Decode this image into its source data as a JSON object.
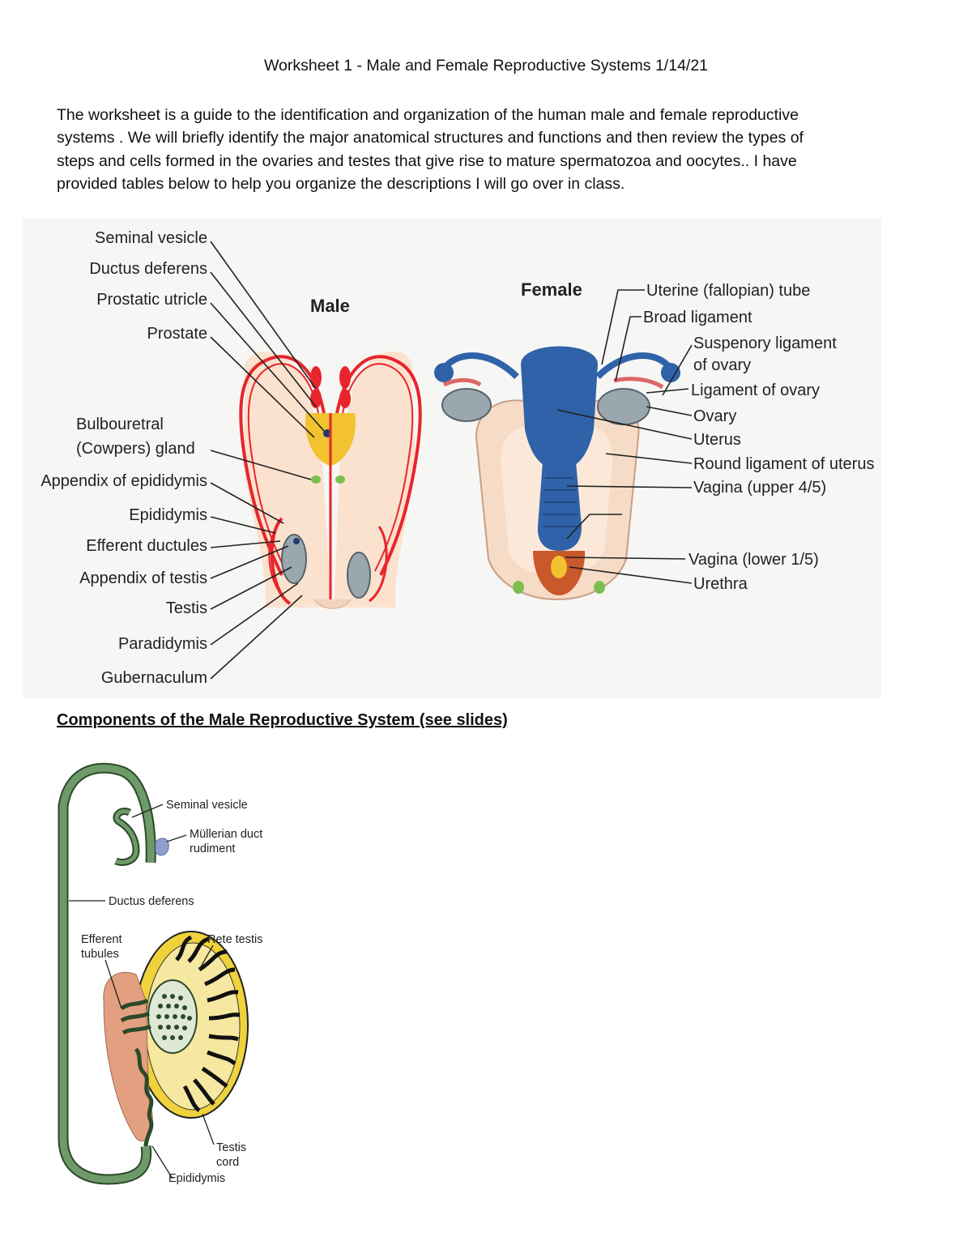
{
  "title": "Worksheet 1 - Male and Female Reproductive Systems 1/14/21",
  "intro_lines": [
    "The worksheet is a guide to the identification and organization of the human  male and female reproductive",
    "systems .  We will briefly identify the major anatomical structures and functions and then review the types of",
    "steps and cells formed in the ovaries and testes that give rise to mature spermatozoa and oocytes..  I have",
    "provided tables below to help you organize the descriptions I will go over in class."
  ],
  "figure1": {
    "male_title": "Male",
    "female_title": "Female",
    "male_labels": [
      "Seminal vesicle",
      "Ductus deferens",
      "Prostatic utricle",
      "Prostate",
      "Bulbouretral",
      "(Cowpers) gland",
      "Appendix of epididymis",
      "Epididymis",
      "Efferent ductules",
      "Appendix of testis",
      "Testis",
      "Paradidymis",
      "Gubernaculum"
    ],
    "female_labels": [
      "Uterine (fallopian) tube",
      "Broad ligament",
      "Suspenory ligament",
      "of ovary",
      "Ligament of ovary",
      "Ovary",
      "Uterus",
      "Round ligament of uterus",
      "Vagina (upper 4/5)",
      "Vagina (lower 1/5)",
      "Urethra"
    ]
  },
  "section_heading": "Components of the Male Reproductive System (see slides)",
  "figure2": {
    "labels": [
      "Seminal vesicle",
      "Müllerian duct",
      "rudiment",
      "Ductus deferens",
      "Efferent",
      "tubules",
      "Rete testis",
      "Testis",
      "cord",
      "Epididymis"
    ]
  },
  "colors": {
    "male_duct": "#e8252c",
    "female_organ": "#2f62a8",
    "ovary": "#9aa7ae",
    "testis_capsule": "#f0d23c",
    "duct_green": "#5e8a5b",
    "epididymis_fill": "#e3a080"
  }
}
